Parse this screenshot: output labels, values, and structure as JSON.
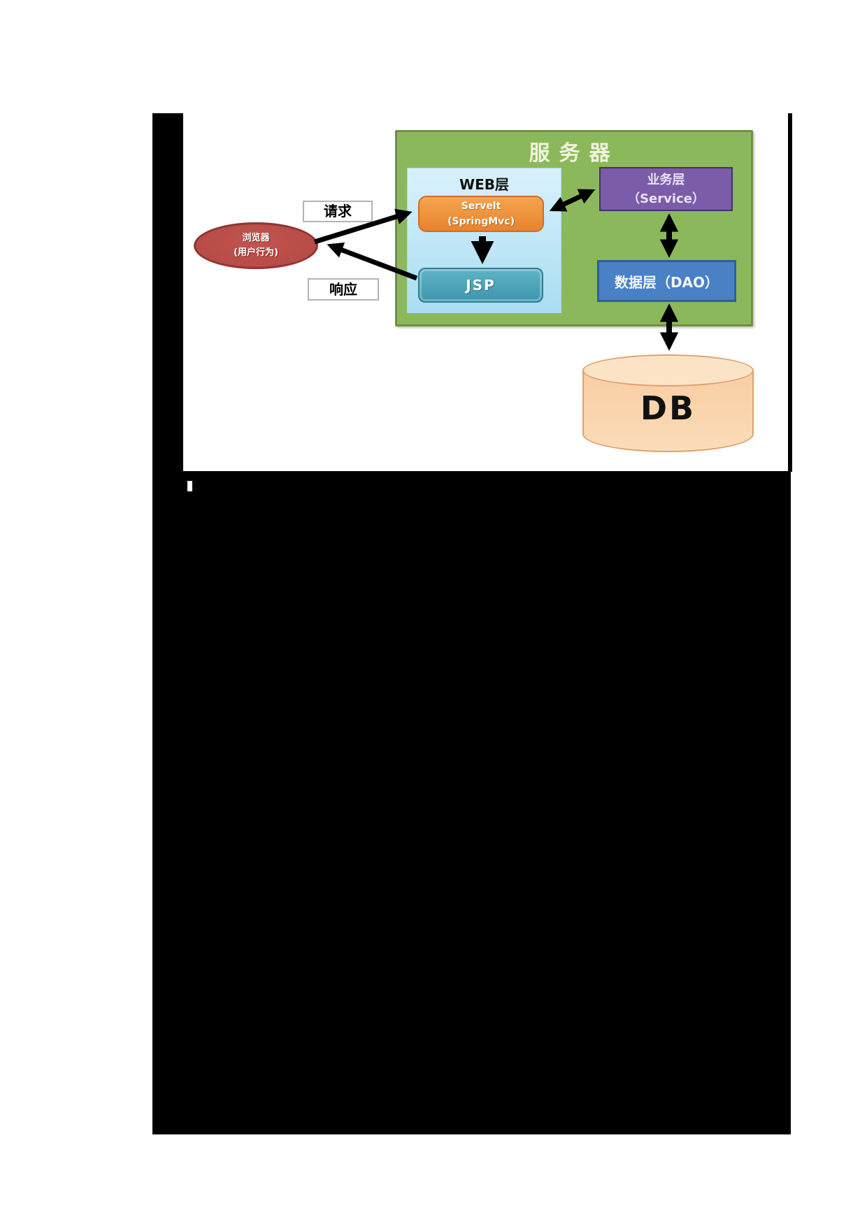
{
  "theme": {
    "page-bg": "#ffffff",
    "redaction": "#000000",
    "server-fill": "#8cb85c",
    "server-border": "#6f9040",
    "server-title-color": "#eef4da",
    "web-fill-top": "#d9f1fb",
    "web-fill-bottom": "#a9ddf1",
    "web-border": "#a9d9ec",
    "servlet-fill-top": "#f5a54d",
    "servlet-fill-bottom": "#e8832f",
    "servlet-border": "#c8702b",
    "jsp-fill-top": "#5fb3c6",
    "jsp-fill-bottom": "#3e96ad",
    "jsp-border": "#2e7d92",
    "service-fill": "#7a5ca8",
    "service-border": "#413064",
    "dao-fill": "#4a80c4",
    "dao-border": "#2d5f9e",
    "browser-fill": "#b74b47",
    "browser-border": "#8f3533",
    "label-border": "#b3b3b3",
    "db-fill": "#f9cda2",
    "db-top-fill": "#fde3c6",
    "db-border": "#dfa170",
    "arrow-color": "#000000"
  },
  "diagram": {
    "server": {
      "title": "服务器",
      "web_layer": {
        "title": "WEB层",
        "servlet": {
          "line1": "Servelt",
          "line2": "(SpringMvc)"
        },
        "jsp": {
          "label": "JSP"
        }
      },
      "service_layer": {
        "line1": "业务层",
        "line2": "（Service）"
      },
      "dao_layer": {
        "label": "数据层（DAO）"
      }
    },
    "browser": {
      "line1": "浏览器",
      "line2": "(用户行为)"
    },
    "request_label": "请求",
    "response_label": "响应",
    "db_label": "DB"
  }
}
